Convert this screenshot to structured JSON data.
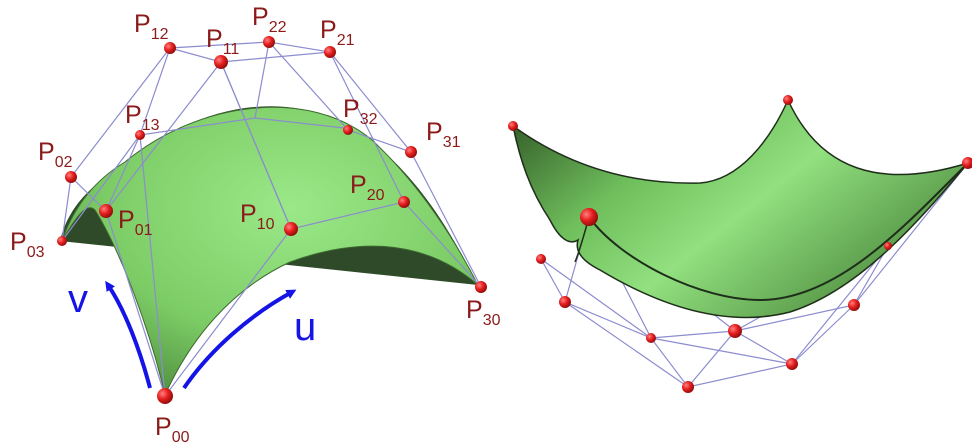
{
  "colors": {
    "surface_light": "#8fe07a",
    "surface_dark": "#2e5a24",
    "net": "#8c8ccf",
    "point": "#e61e1e",
    "label": "#8b1a1a",
    "axis": "#1414e6"
  },
  "left_patch": {
    "points": [
      {
        "id": "P00",
        "main": "P",
        "sub": "00"
      },
      {
        "id": "P01",
        "main": "P",
        "sub": "01"
      },
      {
        "id": "P02",
        "main": "P",
        "sub": "02"
      },
      {
        "id": "P03",
        "main": "P",
        "sub": "03"
      },
      {
        "id": "P10",
        "main": "P",
        "sub": "10"
      },
      {
        "id": "P11",
        "main": "P",
        "sub": "11"
      },
      {
        "id": "P12",
        "main": "P",
        "sub": "12"
      },
      {
        "id": "P13",
        "main": "P",
        "sub": "13"
      },
      {
        "id": "P20",
        "main": "P",
        "sub": "20"
      },
      {
        "id": "P21",
        "main": "P",
        "sub": "21"
      },
      {
        "id": "P22",
        "main": "P",
        "sub": "22"
      },
      {
        "id": "P30",
        "main": "P",
        "sub": "30"
      },
      {
        "id": "P31",
        "main": "P",
        "sub": "31"
      },
      {
        "id": "P32",
        "main": "P",
        "sub": "32"
      }
    ],
    "axes": {
      "u": "u",
      "v": "v"
    }
  }
}
